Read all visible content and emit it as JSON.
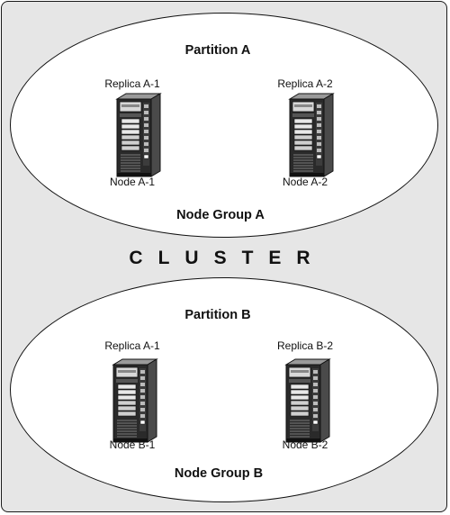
{
  "cluster": {
    "label": "CLUSTER",
    "node_groups": [
      {
        "partition_label": "Partition A",
        "group_label": "Node Group A",
        "nodes": [
          {
            "replica_label": "Replica A-1",
            "node_label": "Node A-1",
            "icon": "server-tower-icon"
          },
          {
            "replica_label": "Replica A-2",
            "node_label": "Node A-2",
            "icon": "server-tower-icon"
          }
        ]
      },
      {
        "partition_label": "Partition B",
        "group_label": "Node Group B",
        "nodes": [
          {
            "replica_label": "Replica A-1",
            "node_label": "Node B-1",
            "icon": "server-tower-icon"
          },
          {
            "replica_label": "Replica B-2",
            "node_label": "Node B-2",
            "icon": "server-tower-icon"
          }
        ]
      }
    ]
  },
  "colors": {
    "background": "#e6e6e6",
    "ellipse_fill": "#ffffff",
    "outline": "#111111"
  }
}
